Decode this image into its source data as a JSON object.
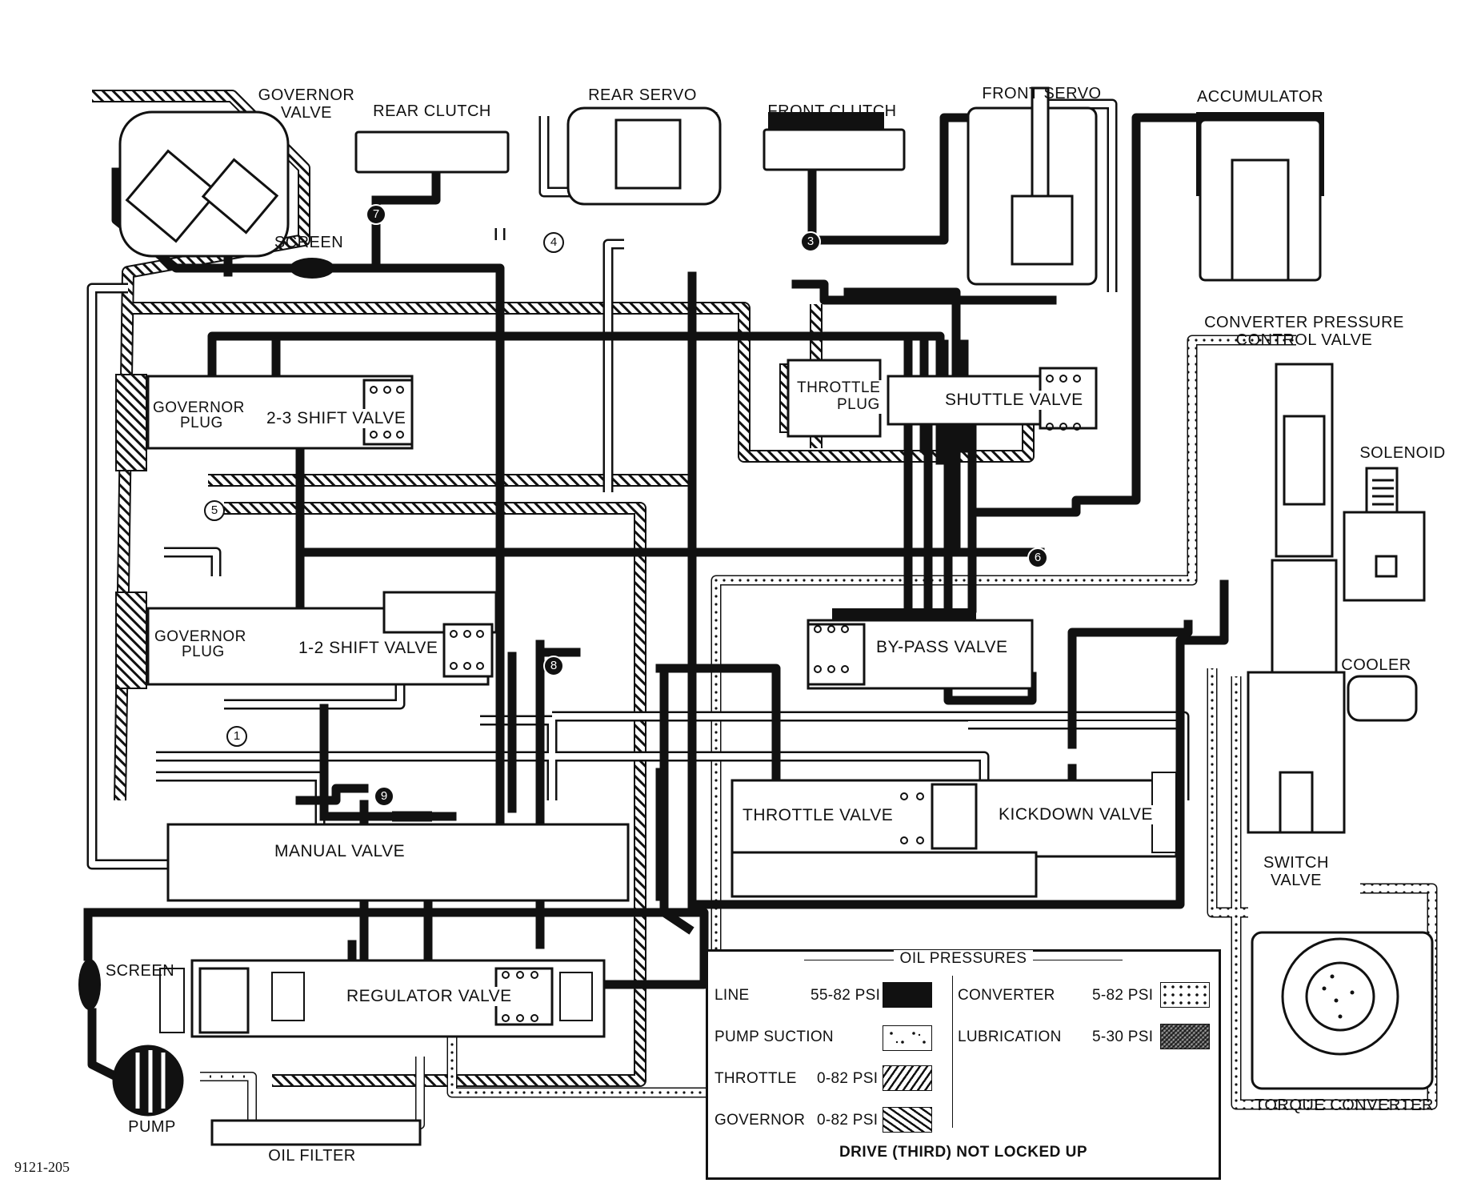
{
  "figure_id": "9121-205",
  "labels": {
    "governor_valve_1": "GOVERNOR",
    "governor_valve_2": "VALVE",
    "rear_clutch": "REAR CLUTCH",
    "rear_servo": "REAR SERVO",
    "front_clutch": "FRONT CLUTCH",
    "front_servo": "FRONT   SERVO",
    "accumulator": "ACCUMULATOR",
    "screen_top": "SCREEN",
    "converter_pcv_1": "CONVERTER PRESSURE",
    "converter_pcv_2": "CONTROL VALVE",
    "solenoid": "SOLENOID",
    "cooler": "COOLER",
    "switch_valve_1": "SWITCH",
    "switch_valve_2": "VALVE",
    "torque_converter": "TORQUE CONVERTER",
    "screen_bottom": "SCREEN",
    "pump": "PUMP",
    "oil_filter": "OIL FILTER"
  },
  "valves": {
    "governor_plug_upper_1": "GOVERNOR",
    "governor_plug_upper_2": "PLUG",
    "shift_23": "2-3 SHIFT VALVE",
    "throttle_plug_1": "THROTTLE",
    "throttle_plug_2": "PLUG",
    "shuttle": "SHUTTLE VALVE",
    "governor_plug_lower_1": "GOVERNOR",
    "governor_plug_lower_2": "PLUG",
    "shift_12": "1-2 SHIFT VALVE",
    "bypass": "BY-PASS VALVE",
    "throttle": "THROTTLE VALVE",
    "kickdown": "KICKDOWN VALVE",
    "manual": "MANUAL VALVE",
    "regulator": "REGULATOR VALVE"
  },
  "check_points": {
    "p1": "1",
    "p3": "3",
    "p4": "4",
    "p5": "5",
    "p6": "6",
    "p7": "7",
    "p8": "8",
    "p9": "9"
  },
  "legend": {
    "title": "OIL PRESSURES",
    "line_name": "LINE",
    "line_psi": "55-82 PSI",
    "suction_name": "PUMP  SUCTION",
    "throttle_name": "THROTTLE",
    "throttle_psi": "0-82 PSI",
    "governor_name": "GOVERNOR",
    "governor_psi": "0-82 PSI",
    "converter_name": "CONVERTER",
    "converter_psi": "5-82 PSI",
    "lube_name": "LUBRICATION",
    "lube_psi": "5-30 PSI",
    "caption": "DRIVE (THIRD) NOT LOCKED UP"
  }
}
